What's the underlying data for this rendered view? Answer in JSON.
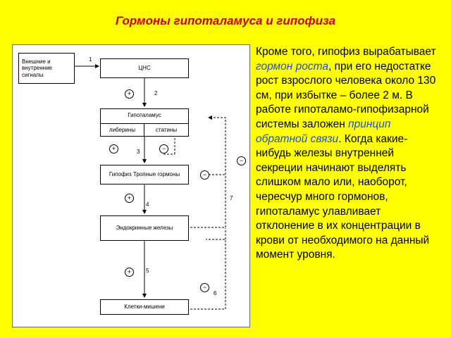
{
  "title": "Гормоны гипоталамуса и гипофиза",
  "diagram": {
    "signals": "Внешние и внутренние сигналы",
    "cns": "ЦНС",
    "hypothalamus": "Гипоталамус",
    "liberins": "либерины",
    "statins": "статины",
    "pituitary": "Гипофиз Тропные гормоны",
    "endocrine": "Эндокринные железы",
    "targets": "Клетки-мишени",
    "numbers": [
      "1",
      "2",
      "3",
      "4",
      "5",
      "6",
      "7"
    ],
    "plus": "+",
    "minus": "−"
  },
  "text": {
    "p1": "Кроме того, гипофиз вырабатывает ",
    "h1": "гормон роста",
    "p2": ", при его недостатке рост взрослого человека около 130 см, при избытке – более 2 м. В работе гипоталамо-гипофизарной системы заложен ",
    "h2": "принцип обратной связи",
    "p3": ". Когда какие-нибудь железы внутренней секреции начинают выделять слишком мало или, наоборот, черeсчур много гормонов, гипоталамус улавливает отклонение в их концентрации в крови от необходимого на данный момент уровня."
  }
}
